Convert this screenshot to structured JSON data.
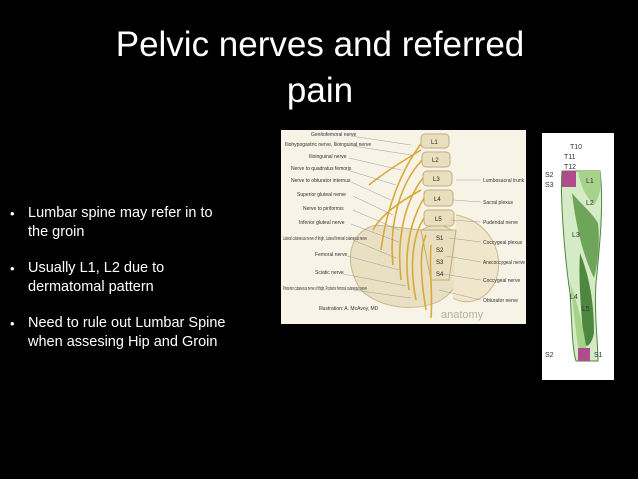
{
  "slide": {
    "title_line1": "Pelvic nerves and referred",
    "title_line2": "pain",
    "bullets": [
      {
        "line1": "Lumbar spine may refer in to",
        "line2": "the groin"
      },
      {
        "line1": "Usually L1, L2 due to",
        "line2": "dermatomal pattern"
      },
      {
        "line1": "Need to rule out Lumbar Spine",
        "line2": "when assesing Hip and Groin"
      }
    ],
    "bullet_char": "•"
  },
  "anatomy_figure": {
    "left_labels": [
      "Genitofemoral nerve",
      "Iliohypogastric nerve, Ilioinguinal nerve",
      "Ilioinguinal nerve",
      "Nerve to quadratus femoris",
      "Nerve to obturator internus",
      "Superior gluteal nerve",
      "Nerve to piriformis",
      "Inferior gluteal nerve",
      "Lateral cutaneous nerve of thigh, Lateral femoral cutaneous nerve",
      "Femoral nerve",
      "Sciatic nerve",
      "Posterior cutaneous nerve of thigh, Posterior femoral cutaneous nerve"
    ],
    "vertebra_labels": [
      "L1",
      "L2",
      "L3",
      "L4",
      "L5",
      "S1",
      "S2",
      "S3",
      "S4"
    ],
    "right_labels": [
      "Lumbosacral trunk",
      "Sacral plexus",
      "Pudendal nerve",
      "Coccygeal plexus",
      "Anococcygeal nerve",
      "Coccygeal nerve",
      "Obturator nerve"
    ],
    "credit": "Illustration: A. McAvoy, MD",
    "watermark": "anatomy"
  },
  "dermatome_figure": {
    "labels": [
      "T10",
      "T11",
      "T12",
      "S2",
      "S3",
      "L1",
      "L2",
      "L3",
      "L4",
      "L5",
      "S2",
      "S1"
    ],
    "colors": {
      "light": "#d4ebc5",
      "mid": "#a6d28a",
      "dark": "#6fa55a",
      "darker": "#4e8740",
      "sacral": "#b04c8e"
    }
  }
}
